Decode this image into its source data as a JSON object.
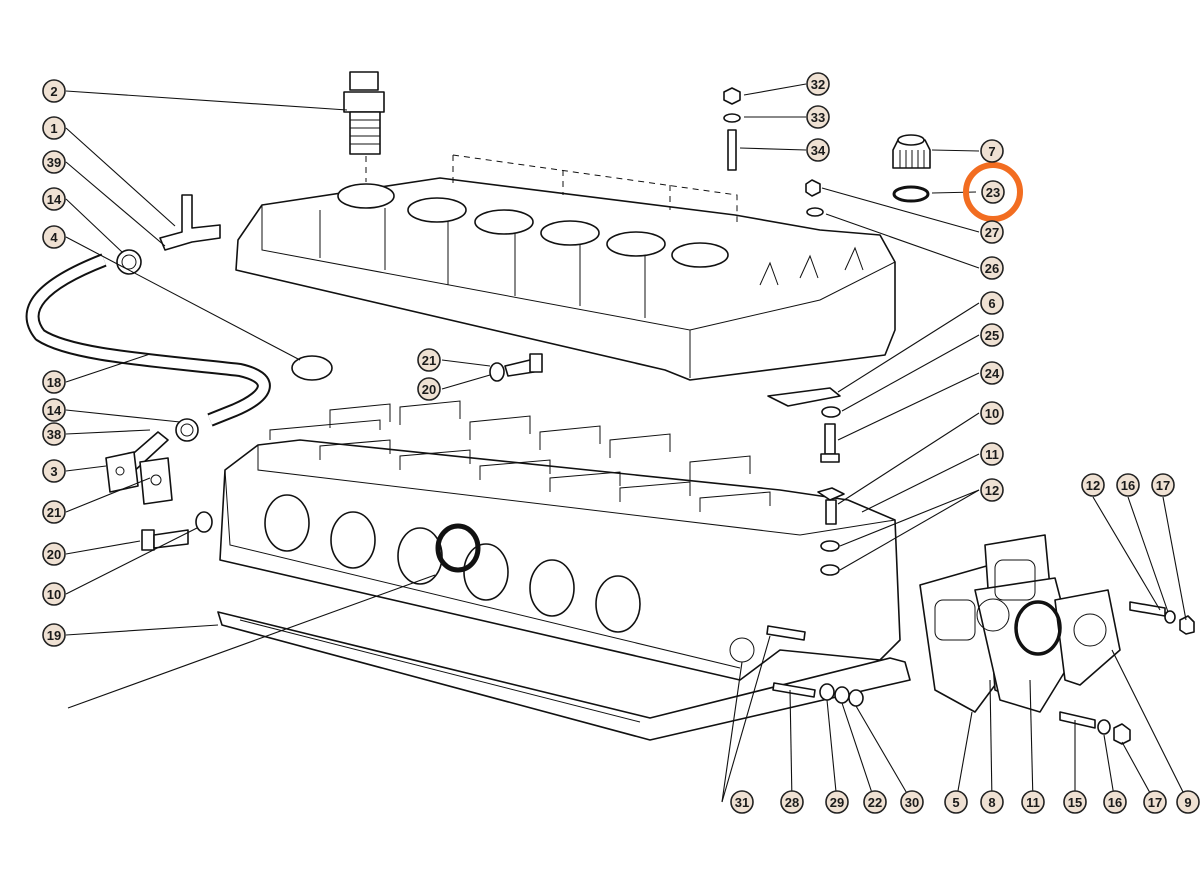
{
  "highlight": {
    "callout": "23",
    "color": "#f26d21"
  },
  "callouts": [
    {
      "id": "c2",
      "label": "2"
    },
    {
      "id": "c1",
      "label": "1"
    },
    {
      "id": "c39",
      "label": "39"
    },
    {
      "id": "c14a",
      "label": "14"
    },
    {
      "id": "c4",
      "label": "4"
    },
    {
      "id": "c18",
      "label": "18"
    },
    {
      "id": "c14b",
      "label": "14"
    },
    {
      "id": "c38",
      "label": "38"
    },
    {
      "id": "c3",
      "label": "3"
    },
    {
      "id": "c21a",
      "label": "21"
    },
    {
      "id": "c20a",
      "label": "20"
    },
    {
      "id": "c10a",
      "label": "10"
    },
    {
      "id": "c19",
      "label": "19"
    },
    {
      "id": "c21b",
      "label": "21"
    },
    {
      "id": "c20b",
      "label": "20"
    },
    {
      "id": "c32",
      "label": "32"
    },
    {
      "id": "c33",
      "label": "33"
    },
    {
      "id": "c34",
      "label": "34"
    },
    {
      "id": "c7",
      "label": "7"
    },
    {
      "id": "c23",
      "label": "23"
    },
    {
      "id": "c27",
      "label": "27"
    },
    {
      "id": "c26",
      "label": "26"
    },
    {
      "id": "c6",
      "label": "6"
    },
    {
      "id": "c25",
      "label": "25"
    },
    {
      "id": "c24",
      "label": "24"
    },
    {
      "id": "c10b",
      "label": "10"
    },
    {
      "id": "c11a",
      "label": "11"
    },
    {
      "id": "c12a",
      "label": "12"
    },
    {
      "id": "c12b",
      "label": "12"
    },
    {
      "id": "c16a",
      "label": "16"
    },
    {
      "id": "c17a",
      "label": "17"
    },
    {
      "id": "c31",
      "label": "31"
    },
    {
      "id": "c28",
      "label": "28"
    },
    {
      "id": "c29",
      "label": "29"
    },
    {
      "id": "c22",
      "label": "22"
    },
    {
      "id": "c30",
      "label": "30"
    },
    {
      "id": "c5",
      "label": "5"
    },
    {
      "id": "c8",
      "label": "8"
    },
    {
      "id": "c11b",
      "label": "11"
    },
    {
      "id": "c15",
      "label": "15"
    },
    {
      "id": "c16b",
      "label": "16"
    },
    {
      "id": "c17b",
      "label": "17"
    },
    {
      "id": "c9",
      "label": "9"
    }
  ]
}
